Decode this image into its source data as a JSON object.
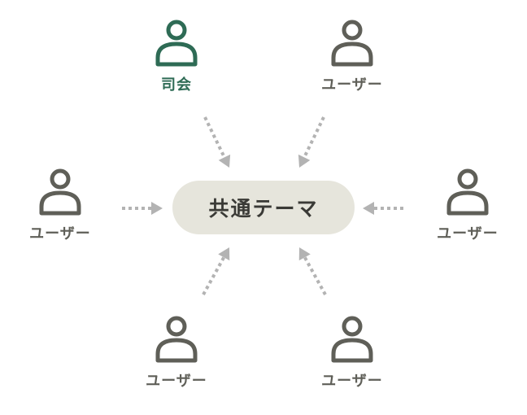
{
  "colors": {
    "moderator": "#2e6b55",
    "user": "#5f5f58",
    "arrow": "#b3b3b3",
    "center_fill": "#e6e5dc",
    "center_text": "#3a3a36"
  },
  "center": {
    "label": "共通テーマ"
  },
  "nodes": [
    {
      "role": "moderator",
      "label": "司会",
      "icon": "person-icon"
    },
    {
      "role": "user",
      "label": "ユーザー",
      "icon": "person-icon"
    },
    {
      "role": "user",
      "label": "ユーザー",
      "icon": "person-icon"
    },
    {
      "role": "user",
      "label": "ユーザー",
      "icon": "person-icon"
    },
    {
      "role": "user",
      "label": "ユーザー",
      "icon": "person-icon"
    },
    {
      "role": "user",
      "label": "ユーザー",
      "icon": "person-icon"
    }
  ]
}
